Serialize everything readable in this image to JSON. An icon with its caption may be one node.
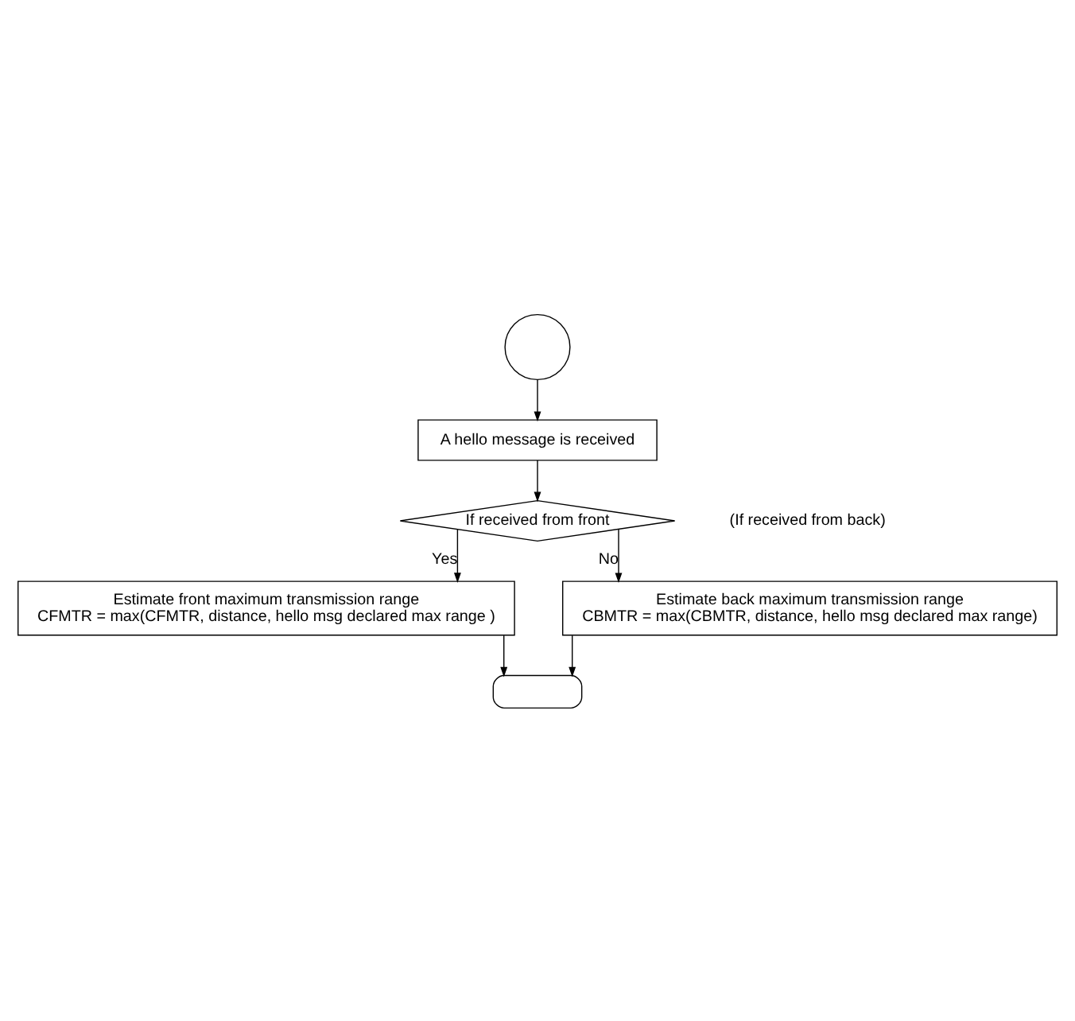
{
  "diagram": {
    "nodes": [
      {
        "text": [],
        "shape": "circle"
      },
      {
        "text": [
          "A hello message is received"
        ]
      },
      {
        "text": [
          "If received from front"
        ]
      },
      {
        "text": [
          "Estimate front maximum transmission range",
          "CFMTR = max(CFMTR, distance, hello msg declared max range )"
        ]
      },
      {
        "text": [
          "Estimate back maximum transmission range",
          "CBMTR = max(CBMTR, distance, hello msg declared max range)"
        ]
      },
      {
        "text": [],
        "shape": "oval"
      }
    ],
    "edges": [
      {
        "from": 0,
        "to": 1,
        "arrow": "to"
      },
      {
        "from": 1,
        "to": 2,
        "arrow": "to"
      },
      {
        "from": 2,
        "to": 3,
        "label": "Yes",
        "arrow": "to"
      },
      {
        "from": 2,
        "to": 4,
        "label": "No",
        "arrow": "to"
      },
      {
        "from": 3,
        "to": 5,
        "arrow": "to"
      },
      {
        "from": 4,
        "to": 5,
        "arrow": "to"
      }
    ],
    "labels": [
      "(If received from back)"
    ]
  }
}
